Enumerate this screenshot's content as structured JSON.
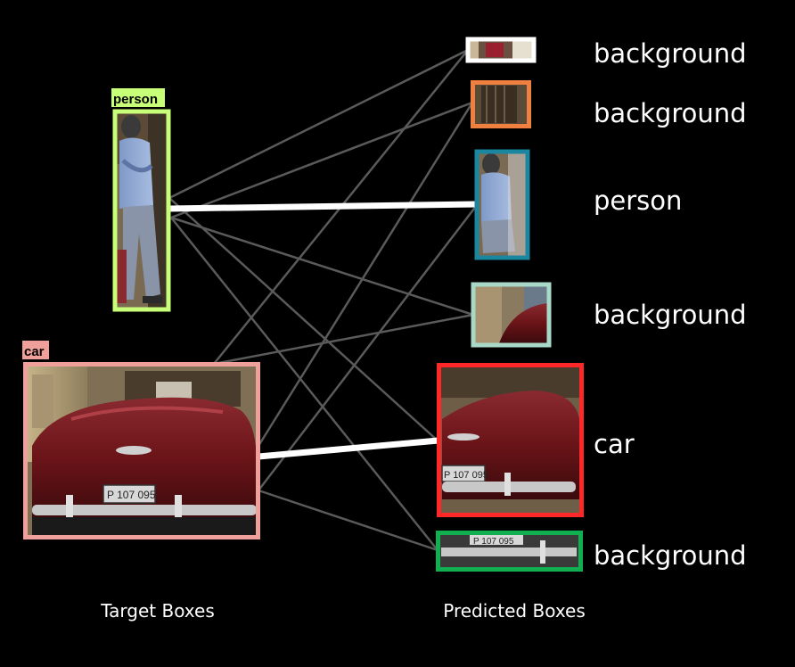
{
  "targets": [
    {
      "label": "person",
      "color": "#c8ff78"
    },
    {
      "label": "car",
      "color": "#f0a09a"
    }
  ],
  "predictions": [
    {
      "label": "background",
      "color": "#ffffff"
    },
    {
      "label": "background",
      "color": "#f08040"
    },
    {
      "label": "person",
      "color": "#1a86a0"
    },
    {
      "label": "background",
      "color": "#a8d8c8"
    },
    {
      "label": "car",
      "color": "#ff2828"
    },
    {
      "label": "background",
      "color": "#10b050"
    }
  ],
  "matches": [
    {
      "target": 0,
      "prediction": 2
    },
    {
      "target": 1,
      "prediction": 4
    }
  ],
  "captions": {
    "targets": "Target Boxes",
    "predictions": "Predicted Boxes"
  }
}
